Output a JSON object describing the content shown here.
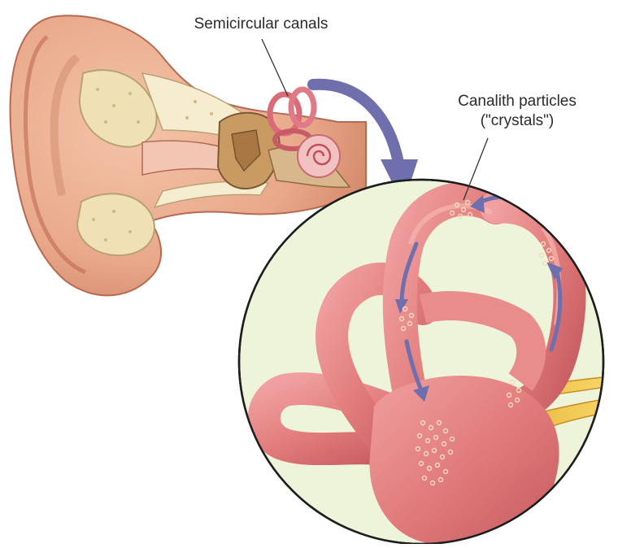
{
  "labels": {
    "semicircular_canals": "Semicircular canals",
    "canalith_particles_line1": "Canalith particles",
    "canalith_particles_line2": "(\"crystals\")"
  },
  "colors": {
    "skin": "#e9a88a",
    "skin_dark": "#c9785c",
    "bone": "#efe0b6",
    "bone_light": "#f6ecd0",
    "canal_pink": "#e27c7c",
    "canal_dark": "#b6444c",
    "circle_bg": "#eef4d9",
    "arrow": "#6f6fad",
    "nerve": "#f2c443"
  },
  "icons": [
    "outer-ear-illustration",
    "semicircular-canal-icon",
    "cochlea-icon",
    "curved-arrow-icon",
    "magnified-canals-illustration",
    "particle-cluster-icon",
    "vestibular-nerve-icon"
  ]
}
